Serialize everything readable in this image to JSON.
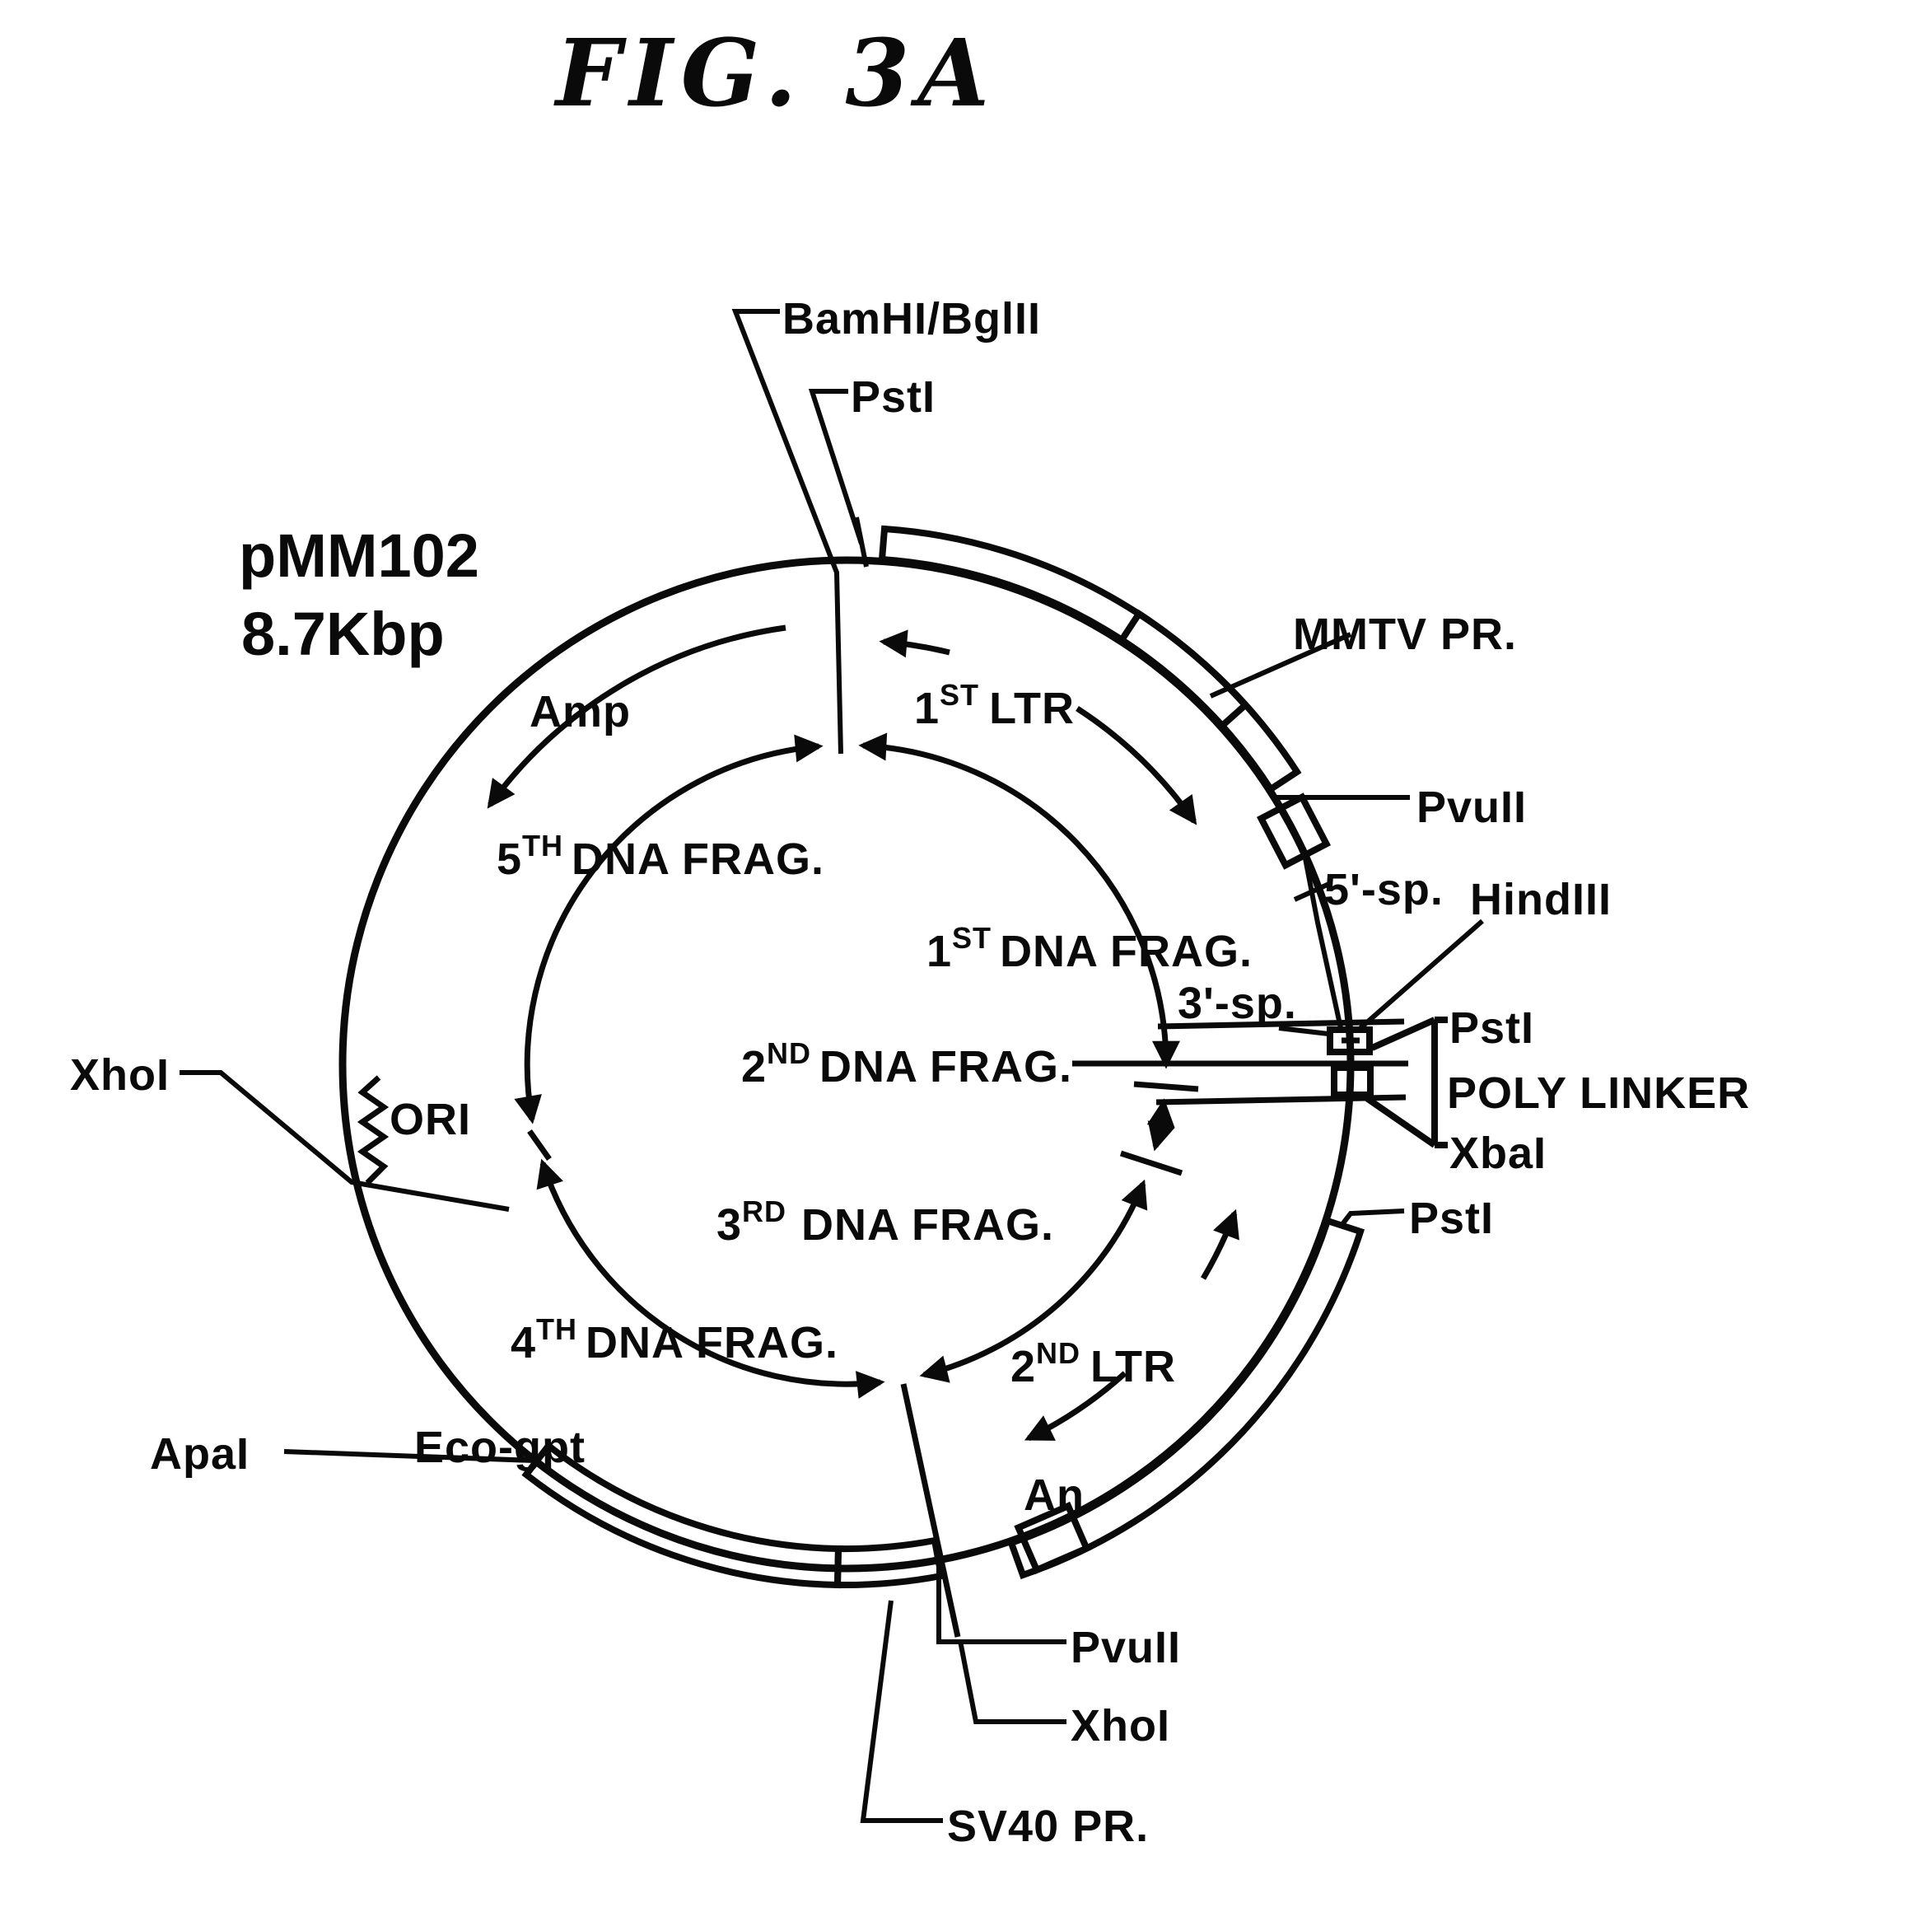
{
  "figure": {
    "title": "FIG. 3A"
  },
  "plasmid": {
    "name": "pMM102",
    "size": "8.7Kbp"
  },
  "regions": {
    "amp": "Amp",
    "ori": "ORI",
    "ecogpt": "Eco-gpt",
    "an": "An",
    "polylinker": "POLY LINKER"
  },
  "ltrs": {
    "first": {
      "num": "1",
      "ord": "ST",
      "rest": "LTR"
    },
    "second": {
      "num": "2",
      "ord": "ND",
      "rest": "LTR"
    }
  },
  "fragments": [
    {
      "num": "1",
      "ord": "ST",
      "rest": "DNA FRAG."
    },
    {
      "num": "2",
      "ord": "ND",
      "rest": "DNA FRAG."
    },
    {
      "num": "3",
      "ord": "RD",
      "rest": "DNA FRAG."
    },
    {
      "num": "4",
      "ord": "TH",
      "rest": "DNA FRAG."
    },
    {
      "num": "5",
      "ord": "TH",
      "rest": "DNA FRAG."
    }
  ],
  "sites": {
    "bamhi_bglii": "BamHI/BglII",
    "psti_top": "PstI",
    "mmtv": "MMTV PR.",
    "pvuii_upper": "PvuII",
    "sp5": "5'-sp.",
    "hindiii": "HindIII",
    "sp3": "3'-sp.",
    "psti_right": "PstI",
    "xbai": "XbaI",
    "psti_lower": "PstI",
    "pvuii_lower": "PvuII",
    "xhoi_lower": "XhoI",
    "sv40": "SV40 PR.",
    "apai": "ApaI",
    "xhoi_left": "XhoI"
  }
}
